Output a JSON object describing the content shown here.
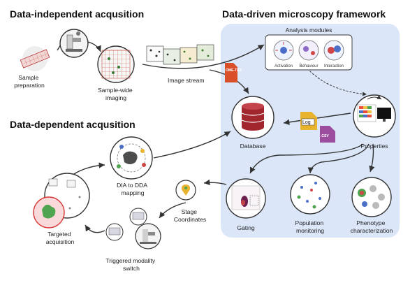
{
  "headings": {
    "dia": "Data-independent acqusition",
    "dda": "Data-dependent acqusition",
    "framework": "Data-driven microscopy framework"
  },
  "labels": {
    "sample_prep": [
      "Sample",
      "preparation"
    ],
    "sample_imaging": [
      "Sample-wide",
      "imaging"
    ],
    "image_stream": "Image stream",
    "analysis_modules": "Analysis modules",
    "database": "Database",
    "properties": "Properties",
    "gating": "Gating",
    "population": [
      "Population",
      "monitoring"
    ],
    "phenotype": [
      "Phenotype",
      "characterization"
    ],
    "stage_coords": [
      "Stage",
      "Coordinates"
    ],
    "triggered": [
      "Triggered modality",
      "switch"
    ],
    "targeted": [
      "Targeted",
      "acquisition"
    ],
    "dia_to_dda": [
      "DIA to DDA",
      "mapping"
    ]
  },
  "modules": [
    "Activation",
    "Behaviour",
    "Interaction"
  ],
  "file_badges": {
    "ome_tiff": "OME-TIFF",
    "log": "Log",
    "csv": ".CSV"
  },
  "colors": {
    "framework_bg": "#dbe6f9",
    "database": "#a1262e",
    "arrow": "#333333",
    "ome_tiff": "#d94f2a",
    "log": "#e8b32f",
    "csv": "#9c4d9e",
    "highlight_ring": "#d83a3a",
    "cell_green": "#4fa44f"
  }
}
